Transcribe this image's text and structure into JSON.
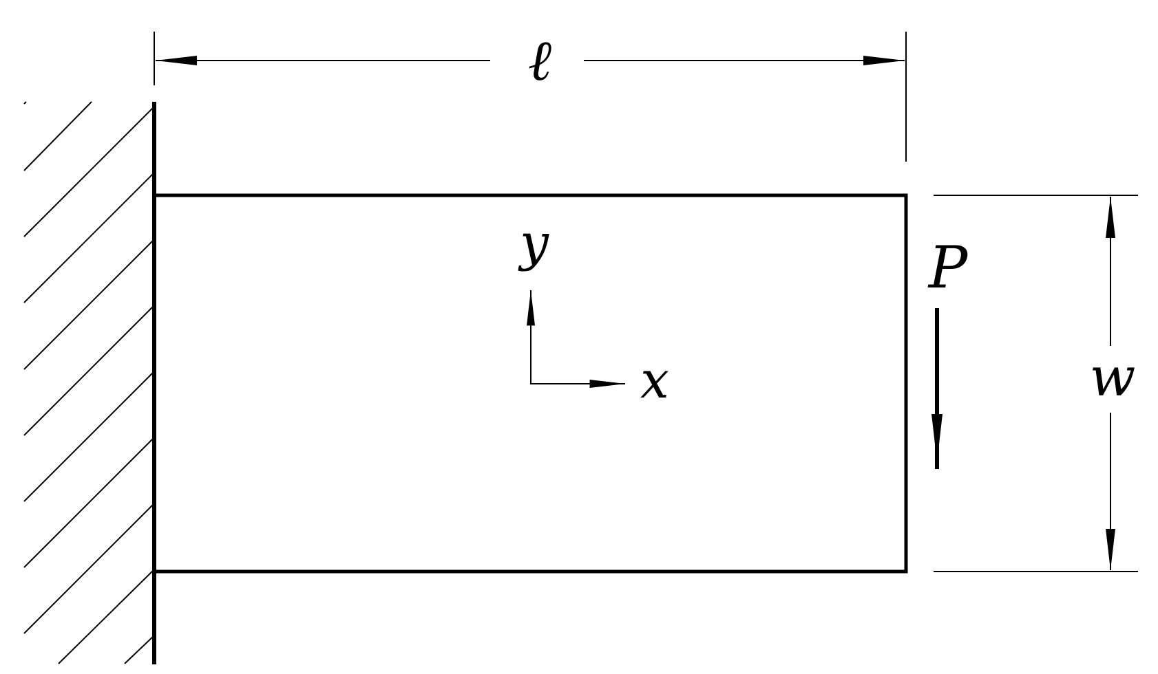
{
  "labels": {
    "length": "ℓ",
    "width": "w",
    "load": "P",
    "x_axis": "x",
    "y_axis": "y"
  },
  "colors": {
    "ink": "#000000",
    "background": "#ffffff"
  }
}
